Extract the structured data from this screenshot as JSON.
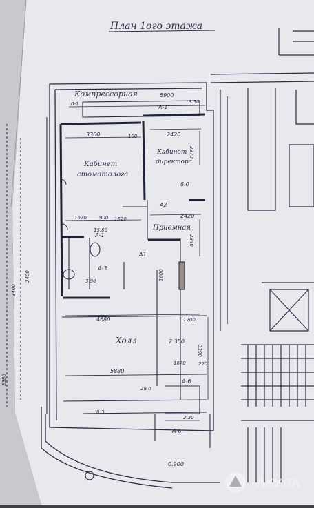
{
  "title": "План 1ого этажа",
  "rooms": {
    "compressor": "Компрессорная",
    "dentist_1": "Кабинет",
    "dentist_2": "стоматолога",
    "director_1": "Кабинет",
    "director_2": "директора",
    "reception": "Приемная",
    "hall": "Холл"
  },
  "dims": {
    "d5900": "5900",
    "d0_1": "0-1",
    "d350": "3.50",
    "d3360": "3360",
    "d100": "100",
    "d2420a": "2420",
    "d3370": "3370",
    "d8_0": "8.0",
    "d2420b": "2420",
    "d1670a": "1670",
    "d900": "900",
    "d1520": "1520",
    "d1560": "15.60",
    "d2340": "2340",
    "d3_90": "3.90",
    "d1600": "1600",
    "d4680": "4680",
    "d1200": "1200",
    "d3390": "3390",
    "d5880": "5880",
    "d1670b": "1670",
    "d220": "220",
    "d28_0": "28.0",
    "d0_3": "0-3",
    "d230": "2.30",
    "d0_900": "0.900",
    "d2_350": "2.350",
    "d3380": "3380",
    "d3400": "3400",
    "d2400": "2400"
  },
  "marks": {
    "a1_top": "А-1",
    "a2": "А2",
    "a1_mid": "А-1",
    "a1_low": "А1",
    "a3": "А-3",
    "a6_top": "А-6",
    "a6_bot": "А-6"
  },
  "watermark": "АКУЛА",
  "colors": {
    "background_dark": "#3d4044",
    "paper": "#e9eaee",
    "ink": "#2a2d4a",
    "wall": "#20223a"
  }
}
